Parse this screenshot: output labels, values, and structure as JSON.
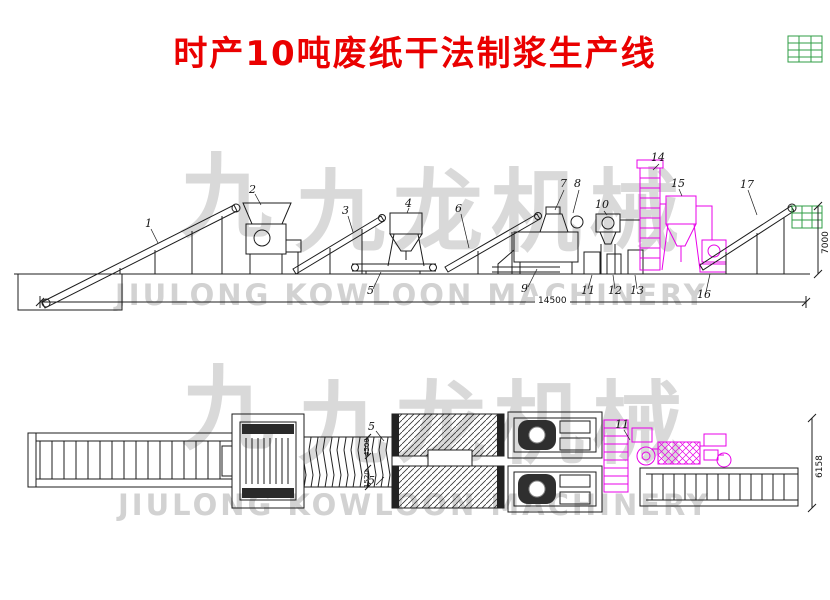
{
  "title": "时产10吨废纸干法制浆生产线",
  "watermark": {
    "logo_char": "九",
    "brand_cn": "九龙机械",
    "brand_en": "JIULONG KOWLOON MACHINERY"
  },
  "side_view": {
    "part_labels": [
      "1",
      "2",
      "3",
      "4",
      "5",
      "6",
      "7",
      "8",
      "9",
      "10",
      "11",
      "12",
      "13",
      "14",
      "15",
      "16",
      "17"
    ],
    "dims": {
      "total_length": "14500",
      "height": "7000"
    }
  },
  "plan_view": {
    "labels": [
      "5",
      "5",
      "11"
    ],
    "dims": {
      "width": "6158",
      "seg_a": "4500",
      "seg_b": "1520"
    }
  },
  "colors": {
    "title_red": "#ea0000",
    "magenta_equipment": "#e800e8",
    "table_green": "#2f9e44",
    "watermark_gray": "#d9d9d9"
  }
}
